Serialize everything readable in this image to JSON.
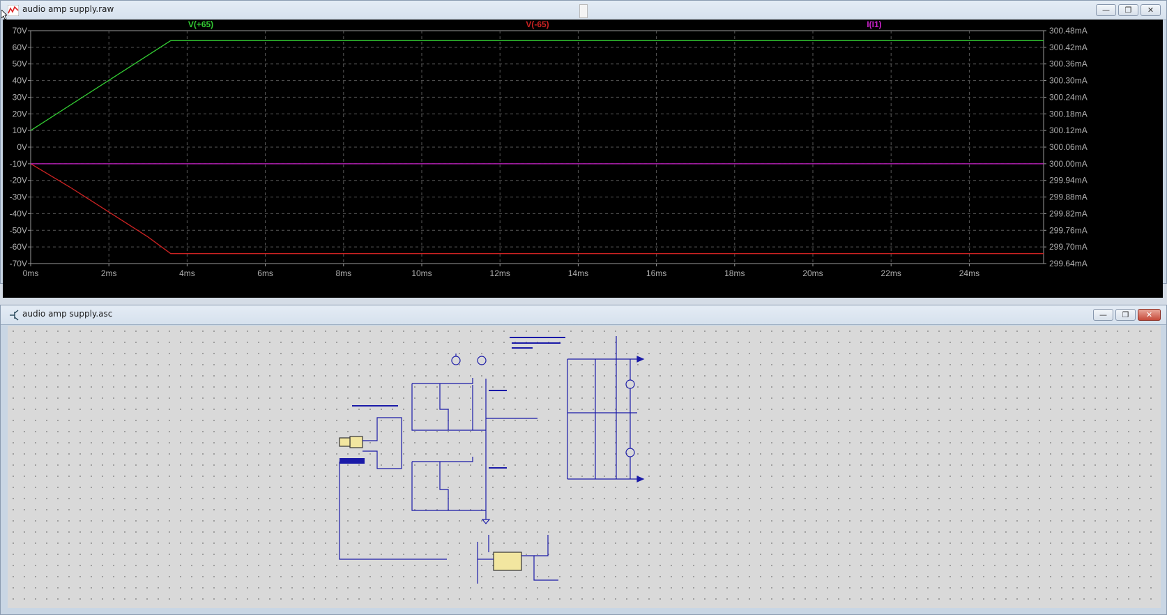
{
  "waveform_window": {
    "title": "audio amp supply.raw",
    "traces": [
      {
        "name": "V(+65)",
        "color": "#33cc33"
      },
      {
        "name": "V(-65)",
        "color": "#cc2222"
      },
      {
        "name": "I(I1)",
        "color": "#cc22cc"
      }
    ],
    "left_ticks": [
      "70V",
      "60V",
      "50V",
      "40V",
      "30V",
      "20V",
      "10V",
      "0V",
      "-10V",
      "-20V",
      "-30V",
      "-40V",
      "-50V",
      "-60V",
      "-70V"
    ],
    "right_ticks": [
      "300.48mA",
      "300.42mA",
      "300.36mA",
      "300.30mA",
      "300.24mA",
      "300.18mA",
      "300.12mA",
      "300.06mA",
      "300.00mA",
      "299.94mA",
      "299.88mA",
      "299.82mA",
      "299.76mA",
      "299.70mA",
      "299.64mA"
    ],
    "x_ticks": [
      "0ms",
      "2ms",
      "4ms",
      "6ms",
      "8ms",
      "10ms",
      "12ms",
      "14ms",
      "16ms",
      "18ms",
      "20ms",
      "22ms",
      "24ms"
    ]
  },
  "schematic_window": {
    "title": "audio amp supply.asc"
  },
  "chart_data": {
    "type": "line",
    "xlabel": "",
    "ylabel": "",
    "x_unit": "ms",
    "xlim": [
      0,
      25.9
    ],
    "ylim": [
      -70,
      70
    ],
    "y2lim": [
      299.64,
      300.48
    ],
    "grid": true,
    "series": [
      {
        "name": "V(+65)",
        "axis": "left",
        "color": "#33cc33",
        "x": [
          0,
          3.58,
          25.9
        ],
        "y": [
          10,
          64,
          64
        ]
      },
      {
        "name": "V(-65)",
        "axis": "right-linked-left",
        "color": "#cc2222",
        "x": [
          0,
          1,
          2,
          3,
          3.58,
          25.9
        ],
        "y": [
          -10,
          -24,
          -39,
          -54,
          -64,
          -64
        ]
      },
      {
        "name": "I(I1)",
        "axis": "right",
        "color": "#cc22cc",
        "x": [
          0,
          25.9
        ],
        "y": [
          300.0,
          300.0
        ]
      }
    ]
  }
}
